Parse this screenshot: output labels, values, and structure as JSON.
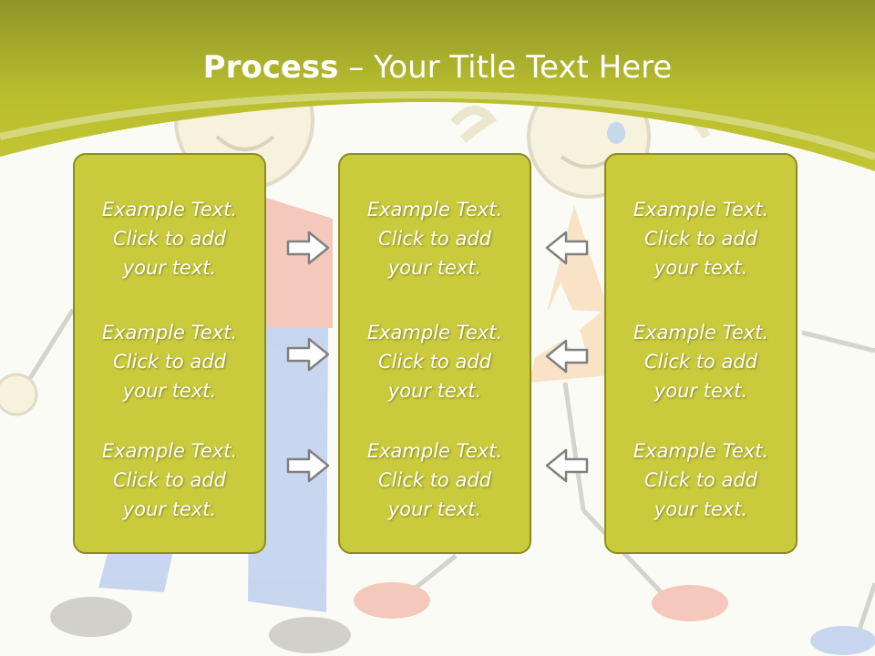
{
  "slide": {
    "title_bold": "Process",
    "title_dash": "–",
    "title_rest": "Your Title Text Here"
  },
  "columns": [
    {
      "blocks": [
        {
          "line1": "Example Text.",
          "line2": "Click  to add",
          "line3": "your text."
        },
        {
          "line1": "Example Text.",
          "line2": "Click  to add",
          "line3": "your text."
        },
        {
          "line1": "Example Text.",
          "line2": "Click  to add",
          "line3": "your text."
        }
      ]
    },
    {
      "blocks": [
        {
          "line1": "Example Text.",
          "line2": "Click  to add",
          "line3": "your text."
        },
        {
          "line1": "Example Text.",
          "line2": "Click  to add",
          "line3": "your text."
        },
        {
          "line1": "Example Text.",
          "line2": "Click  to add",
          "line3": "your text."
        }
      ]
    },
    {
      "blocks": [
        {
          "line1": "Example Text.",
          "line2": "Click  to add",
          "line3": "your text."
        },
        {
          "line1": "Example Text.",
          "line2": "Click  to add",
          "line3": "your text."
        },
        {
          "line1": "Example Text.",
          "line2": "Click  to add",
          "line3": "your text."
        }
      ]
    }
  ],
  "arrows": {
    "left_group": "right-arrow-icon",
    "right_group": "left-arrow-icon"
  },
  "colors": {
    "header": "#b5bb2c",
    "panel": "#c9ca3c",
    "panel_border": "#8c8d1e",
    "text": "#ffffff"
  }
}
